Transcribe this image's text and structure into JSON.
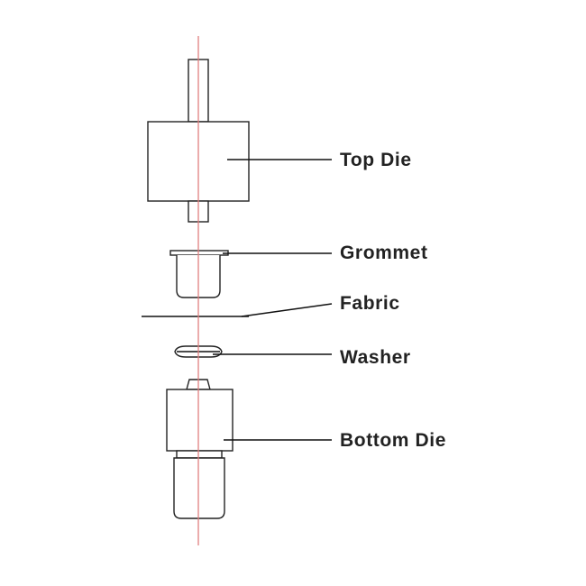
{
  "labels": {
    "top_die": "Top Die",
    "grommet": "Grommet",
    "fabric": "Fabric",
    "washer": "Washer",
    "bottom_die": "Bottom Die"
  },
  "colors": {
    "axis_line": "#e08080",
    "outline": "#222222",
    "text": "#222222"
  }
}
